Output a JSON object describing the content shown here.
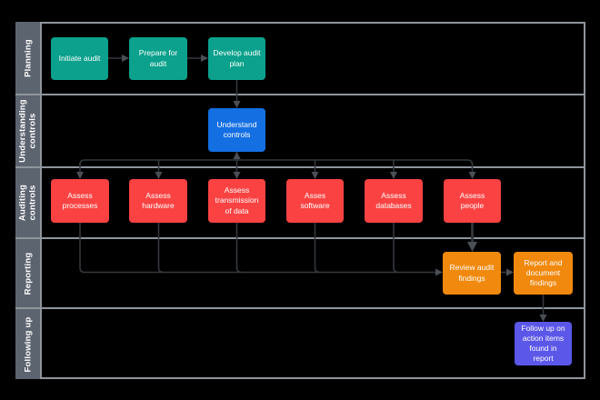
{
  "canvas": {
    "background": "#000000"
  },
  "swimlane": {
    "lane_strip_color": "#5c6470",
    "lane_border_color": "#90959c",
    "lane_label_text_color": "#ffffff",
    "lanes": [
      {
        "label": "Planning"
      },
      {
        "label": "Understanding controls"
      },
      {
        "label": "Auditing controls"
      },
      {
        "label": "Reporting"
      },
      {
        "label": "Following up"
      }
    ]
  },
  "nodes": {
    "initiate_audit": {
      "label": "Initiate audit",
      "color": "#0ba18c"
    },
    "prepare_for_audit": {
      "label": "Prepare for audit",
      "color": "#0ba18c"
    },
    "develop_audit_plan": {
      "label": "Develop audit plan",
      "color": "#0ba18c"
    },
    "understand_controls": {
      "label": "Understand controls",
      "color": "#146fe3"
    },
    "assess_processes": {
      "label": "Assess processes",
      "color": "#fa4242"
    },
    "assess_hardware": {
      "label": "Assess hardware",
      "color": "#fa4242"
    },
    "assess_transmission": {
      "label": "Assess transmission of data",
      "color": "#fa4242"
    },
    "asses_software": {
      "label": "Asses software",
      "color": "#fa4242"
    },
    "assess_databases": {
      "label": "Assess databases",
      "color": "#fa4242"
    },
    "assess_people": {
      "label": "Assess people",
      "color": "#fa4242"
    },
    "review_audit_findings": {
      "label": "Review audit findings",
      "color": "#f0890e"
    },
    "report_document_findings": {
      "label": "Report and document findings",
      "color": "#f0890e"
    },
    "follow_up_action_items": {
      "label": "Follow up on action items found in report",
      "color": "#5b57e9"
    }
  },
  "connectors": {
    "line_color": "#34383d",
    "arrow_color": "#4b4f55"
  }
}
